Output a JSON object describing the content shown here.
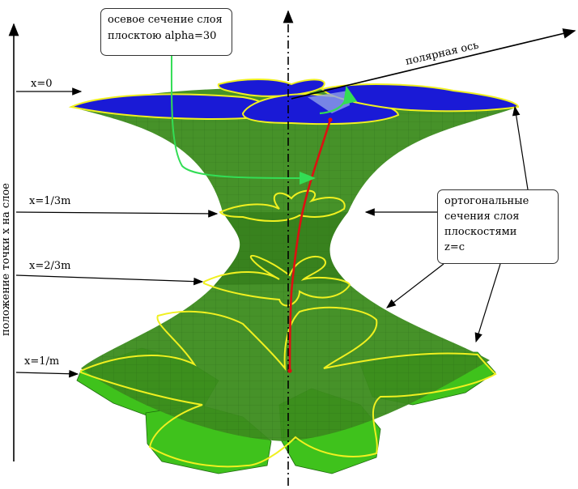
{
  "labels": {
    "x0": "x=0",
    "x13": "x=1/3m",
    "x23": "x=2/3m",
    "x1": "x=1/m",
    "polar_axis": "полярная ось",
    "vertical_axis": "положение точки x на слое"
  },
  "callouts": {
    "axial_section": [
      "осевое сечение слоя",
      "плосктою alpha=30"
    ],
    "orthogonal_sections": [
      "ортогональные",
      "сечения слоя",
      "плоскостями",
      "z=c"
    ]
  },
  "colors": {
    "surface_green": "#3c8c1e",
    "surface_light_green": "#3fc21c",
    "top_blue": "#1a1ad6",
    "contour_yellow": "#f0f020",
    "meridian_red": "#dd1111",
    "pointer_green": "#33dd55"
  }
}
